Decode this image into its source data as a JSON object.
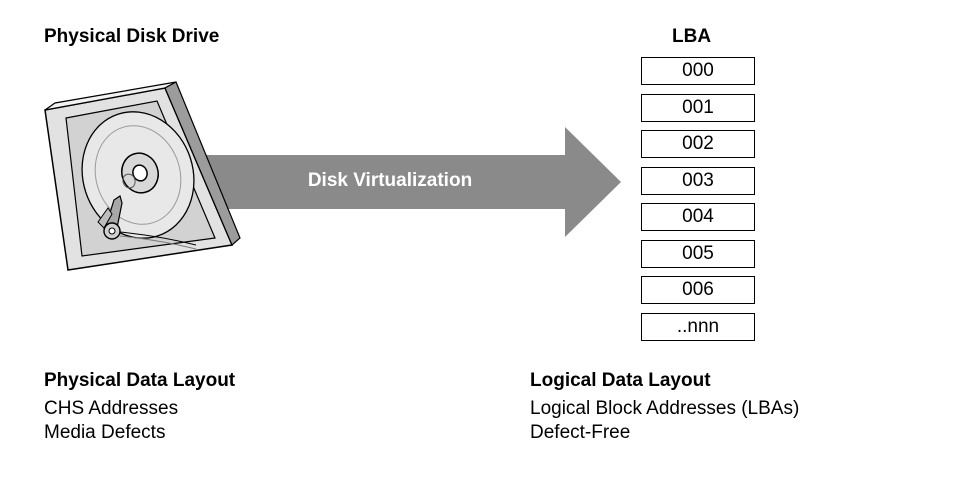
{
  "titles": {
    "physical_drive": "Physical Disk Drive",
    "lba": "LBA"
  },
  "arrow_label": "Disk Virtualization",
  "lba_cells": [
    "000",
    "001",
    "002",
    "003",
    "004",
    "005",
    "006",
    "..nnn"
  ],
  "physical_layout": {
    "heading": "Physical Data Layout",
    "lines": [
      "CHS Addresses",
      "Media Defects"
    ]
  },
  "logical_layout": {
    "heading": "Logical Data Layout",
    "lines": [
      "Logical Block Addresses (LBAs)",
      "Defect-Free"
    ]
  },
  "colors": {
    "arrow_fill": "#8a8a8a",
    "drive_frame_light": "#e4e4e4",
    "drive_frame_dark": "#9c9c9c",
    "platter": "#e8e8e8"
  }
}
